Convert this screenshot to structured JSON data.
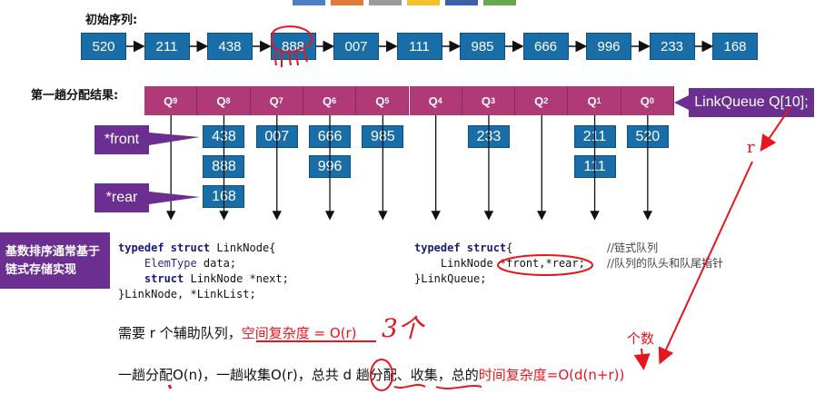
{
  "initial_label": "初始序列:",
  "initial_sequence": [
    "520",
    "211",
    "438",
    "888",
    "007",
    "111",
    "985",
    "666",
    "996",
    "233",
    "168"
  ],
  "pass_label": "第一趟分配结果:",
  "queues": [
    "Q9",
    "Q8",
    "Q7",
    "Q6",
    "Q5",
    "Q4",
    "Q3",
    "Q2",
    "Q1",
    "Q0"
  ],
  "queue_contents": {
    "Q8": [
      "438",
      "888",
      "168"
    ],
    "Q7": [
      "007"
    ],
    "Q6": [
      "666",
      "996"
    ],
    "Q5": [
      "985"
    ],
    "Q3": [
      "233"
    ],
    "Q1": [
      "211",
      "111"
    ],
    "Q0": [
      "520"
    ]
  },
  "callouts": {
    "linkqueue": "LinkQueue Q[10];",
    "front": "*front",
    "rear": "*rear",
    "linked_impl": "基数排序通常基于链式存储实现"
  },
  "code_linknode": {
    "line1_kw": "typedef struct",
    "line1_rest": " LinkNode{",
    "line2_type": "ElemType",
    "line2_rest": " data;",
    "line3_kw": "struct",
    "line3_rest": " LinkNode *next;",
    "line4": "}LinkNode, *LinkList;"
  },
  "code_linkqueue": {
    "line1_kw": "typedef struct",
    "line1_rest": "{",
    "line1_comment": "//链式队列",
    "line2": "LinkNode *front,*rear;",
    "line2_comment": "//队列的队头和队尾指针",
    "line3": "}LinkQueue;"
  },
  "space_note": {
    "prefix": "需要 r 个辅助队列，",
    "highlight": "空间复杂度 = O(r)"
  },
  "time_note": {
    "prefix": "一趟分配O(n)，一趟收集O(r)，总共 d 趟分配、收集，总的",
    "highlight": "时间复杂度=O(d(n+r))"
  },
  "handwriting": {
    "r": "r",
    "count": "个数",
    "three": "3个"
  },
  "colors": {
    "blue_box": "#1a6ea8",
    "queue_pink": "#b03a78",
    "callout_purple": "#6b2f91",
    "annotation_red": "#e8141e"
  }
}
